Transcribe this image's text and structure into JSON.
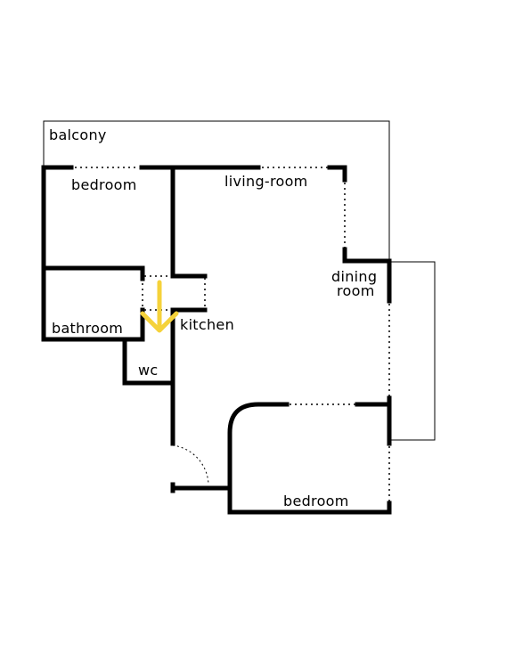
{
  "floor_plan": {
    "labels": {
      "balcony": "balcony",
      "bedroom_top": "bedroom",
      "living_room": "living-room",
      "dining_room_line1": "dining",
      "dining_room_line2": "room",
      "bathroom": "bathroom",
      "kitchen": "kitchen",
      "wc": "wc",
      "bedroom_bottom": "bedroom"
    },
    "colors": {
      "walls": "#000000",
      "entrance_arrow": "#f5d23a",
      "background": "#ffffff"
    }
  }
}
